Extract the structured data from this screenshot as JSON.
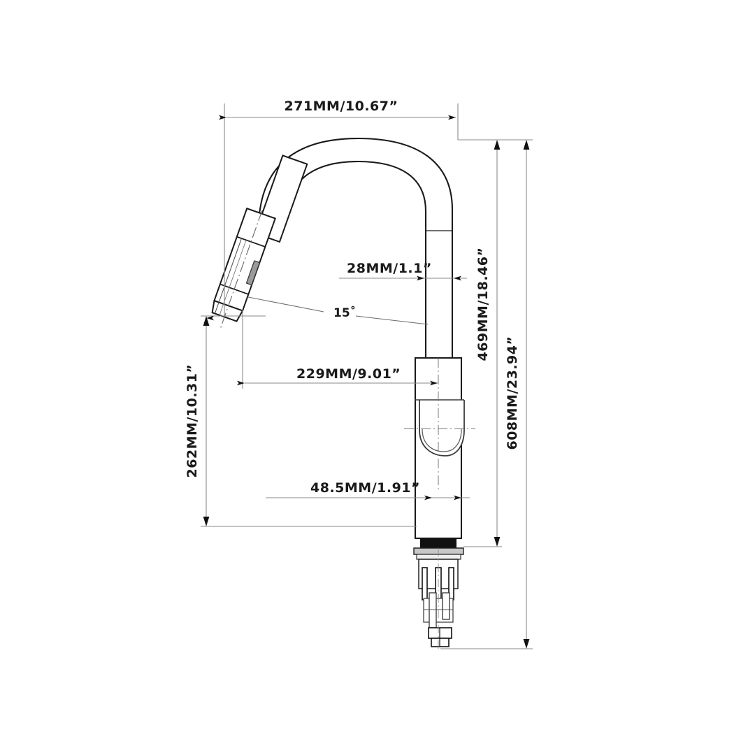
{
  "drawing": {
    "type": "technical-dimension-drawing",
    "subject": "pull-down kitchen faucet",
    "background_color": "#ffffff",
    "line_color": "#3a3a3a",
    "outline_color": "#1a1a1a",
    "text_color": "#1a1a1a",
    "gasket_color": "#111111"
  },
  "dimensions": {
    "overall_width": {
      "label": "271MM/10.67”",
      "value_mm": 271,
      "value_in": 10.67,
      "orientation": "horizontal",
      "position": "top"
    },
    "spout_tube_diameter": {
      "label": "28MM/1.1”",
      "value_mm": 28,
      "value_in": 1.1,
      "orientation": "horizontal",
      "position": "middle-right"
    },
    "spray_head_angle": {
      "label": "15˚",
      "value_deg": 15,
      "orientation": "leader",
      "position": "center"
    },
    "spout_reach": {
      "label": "229MM/9.01”",
      "value_mm": 229,
      "value_in": 9.01,
      "orientation": "horizontal",
      "position": "center"
    },
    "body_diameter": {
      "label": "48.5MM/1.91”",
      "value_mm": 48.5,
      "value_in": 1.91,
      "orientation": "horizontal",
      "position": "lower-center"
    },
    "spout_height_to_tip": {
      "label": "262MM/10.31”",
      "value_mm": 262,
      "value_in": 10.31,
      "orientation": "vertical",
      "position": "left"
    },
    "height_above_deck": {
      "label": "469MM/18.46”",
      "value_mm": 469,
      "value_in": 18.46,
      "orientation": "vertical",
      "position": "right-inner"
    },
    "overall_height": {
      "label": "608MM/23.94”",
      "value_mm": 608,
      "value_in": 23.94,
      "orientation": "vertical",
      "position": "right-outer"
    }
  }
}
